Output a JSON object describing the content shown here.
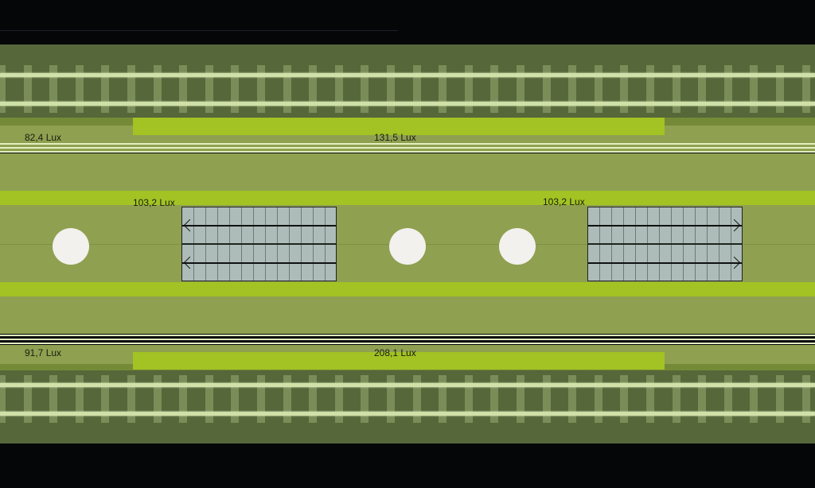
{
  "lux_readings": {
    "top_left": "82,4 Lux",
    "top_center": "131,5 Lux",
    "mid_left": "103,2 Lux",
    "mid_right": "103,2 Lux",
    "bottom_left": "91,7 Lux",
    "bottom_center": "208,1 Lux"
  },
  "colors": {
    "track": "#56673a",
    "platform": "#8fa050",
    "highlight": "#a2c323",
    "escalator": "#adbcb8"
  }
}
